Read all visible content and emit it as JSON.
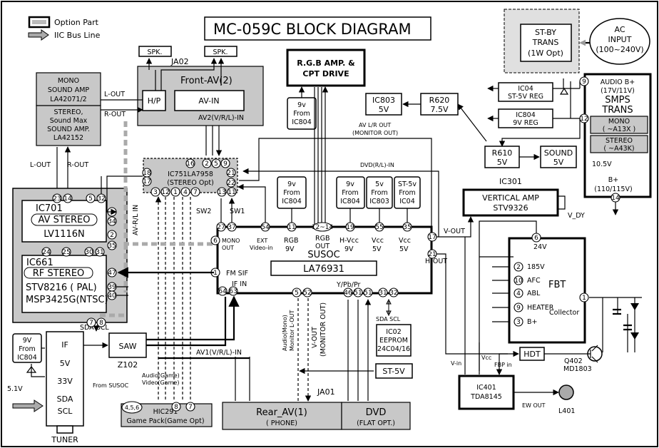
{
  "title": "MC-059C BLOCK DIAGRAM",
  "legend": {
    "option": "Option Part",
    "iic": "IIC Bus Line"
  },
  "blocks": {
    "mono_amp": [
      "MONO",
      "SOUND AMP",
      "LA42071/2"
    ],
    "stereo_amp": [
      "STEREO,",
      "Sound Max",
      "SOUND AMP.",
      "LA42152"
    ],
    "front_av": "Front-AV(2)",
    "hp": "H/P",
    "avin": "AV-IN",
    "ja02": "JA02",
    "spk1": "SPK.",
    "spk2": "SPK.",
    "av2": "AV2(V/R/L)-IN",
    "rgb_amp": [
      "R.G.B AMP. &",
      "CPT DRIVE"
    ],
    "from804a": [
      "9v",
      "From",
      "IC804"
    ],
    "ic803": [
      "IC803",
      "5V"
    ],
    "r620": [
      "R620",
      "7.5V"
    ],
    "ic04": [
      "IC04",
      "ST-5V REG"
    ],
    "ic804": [
      "IC804",
      "9V REG"
    ],
    "r610": [
      "R610",
      "5V"
    ],
    "sound": [
      "SOUND",
      "5V"
    ],
    "stby": [
      "ST-BY",
      "TRANS",
      "(1W Opt)"
    ],
    "ac": [
      "AC",
      "INPUT",
      "(100~240V)"
    ],
    "smps": [
      "AUDIO B+",
      "(17V/11V)",
      "SMPS",
      "TRANS"
    ],
    "mono13": [
      "MONO",
      "( ~A13X )"
    ],
    "stereo43": [
      "STEREO",
      "( ~A43K)"
    ],
    "v105": "10.5V",
    "bplus": [
      "B+",
      "(110/115V)"
    ],
    "ic751": [
      "IC751LA7958",
      "(STEREO Opt)"
    ],
    "ic701": [
      "IC701",
      "AV STEREO",
      "LV1116N"
    ],
    "ic661": [
      "IC661",
      "RF STEREO",
      "STV8216 ( PAL)",
      "MSP3425G(NTSC)"
    ],
    "susoc": "SUSOC",
    "la76931": "LA76931",
    "vert": [
      "VERTICAL AMP",
      "STV9326"
    ],
    "ic301": "IC301",
    "v_dy": "V_DY",
    "fbt": "FBT",
    "collector": "Collector",
    "fbt_pins": [
      "24V",
      "185V",
      "AFC",
      "ABL",
      "HEATER",
      "B+"
    ],
    "hdt": "HDT",
    "q402": [
      "Q402",
      "MD1803"
    ],
    "ic401": [
      "IC401",
      "TDA8145"
    ],
    "l401": "L401",
    "ew": "EW OUT",
    "ic02": [
      "IC02",
      "EEPROM",
      "24C04/16"
    ],
    "st5v": "ST-5V",
    "sda_scl": "SDA SCL",
    "rear_av": [
      "Rear_AV(1)",
      "( PHONE)"
    ],
    "dvd": [
      "DVD",
      "(FLAT OPT.)"
    ],
    "ja01": "JA01",
    "tuner": [
      "IF",
      "5V",
      "33V",
      "SDA",
      "SCL"
    ],
    "tuner_label": "TUNER",
    "v51": "5.1V",
    "from804b": [
      "9V",
      "From",
      "IC804"
    ],
    "saw": "SAW",
    "z102": "Z102",
    "hic291": [
      "HIC291",
      "Game Pack(Game Opt)"
    ],
    "from_susoc": "From SUSOC",
    "game_av": [
      "Audio(Game)",
      "Video(Game)"
    ],
    "av1": "AV1(V/R/L)-IN",
    "labels": {
      "lout": "L-OUT",
      "rout": "R-OUT",
      "lout2": "L-OUT",
      "rout2": "R-OUT",
      "avrl": "AV-R/L IN",
      "sw2": "SW2",
      "sw1": "SW1",
      "mono_out": [
        "MONO",
        "OUT"
      ],
      "ext": [
        "EXT",
        "Video-in"
      ],
      "rgb9": [
        "RGB",
        "9V"
      ],
      "rgbout": [
        "RGB",
        "OUT"
      ],
      "hvcc": [
        "H-Vcc",
        "9V"
      ],
      "vcc5a": [
        "Vcc",
        "5V"
      ],
      "vcc5b": [
        "Vcc",
        "5V"
      ],
      "av_lr": [
        "AV L/R OUT",
        "(MONITOR OUT)"
      ],
      "dvd_rl": "DVD(R/L)-IN",
      "v_out": "V-OUT",
      "h_out": "H-OUT",
      "fm": "FM SIF",
      "if_in": "IF IN",
      "ypbpr": "Y/Pb/Pr",
      "audio_mono": [
        "Audio(Mono)",
        "Monitor L-OUT"
      ],
      "vout_mon": [
        "V-OUT",
        "(MONITOR OUT)"
      ],
      "vin": "V-in",
      "vcc": "Vcc",
      "fbp": "FBP in",
      "sda_scl2": "SDA SCL"
    },
    "froms": [
      [
        "9v",
        "From",
        "IC804"
      ],
      [
        "9v",
        "From",
        "IC804"
      ],
      [
        "5v",
        "From",
        "IC803"
      ],
      [
        "ST-5v",
        "From",
        "IC04"
      ]
    ]
  }
}
